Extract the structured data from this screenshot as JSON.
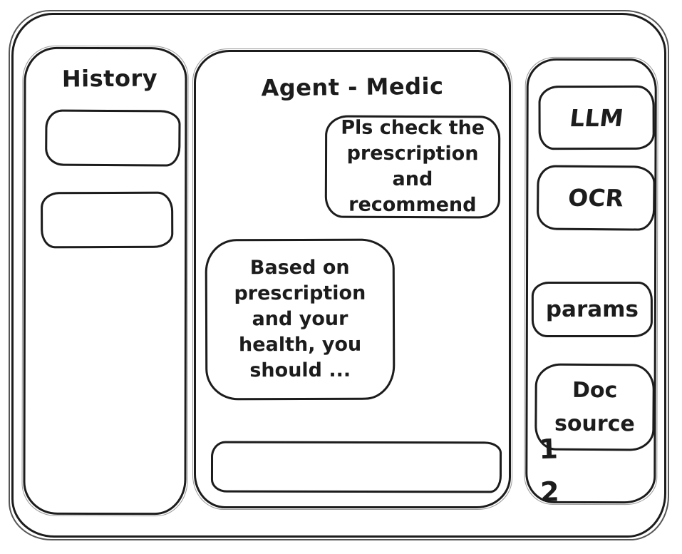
{
  "colors": {
    "ink": "#1c1c1c",
    "background": "#ffffff"
  },
  "history_panel": {
    "title": "History"
  },
  "chat_panel": {
    "title": "Agent - Medic",
    "messages": [
      {
        "role": "user",
        "text": "Pls check the\nprescription\nand recommend"
      },
      {
        "role": "assistant",
        "text": "Based on\nprescription\nand your\nhealth, you\nshould ..."
      }
    ],
    "input": {
      "value": ""
    }
  },
  "tools_panel": {
    "llm_label": "LLM",
    "ocr_label": "OCR",
    "params_label": "params",
    "doc_source_label": "Doc source",
    "doc_source_items": [
      "1",
      "2"
    ]
  }
}
